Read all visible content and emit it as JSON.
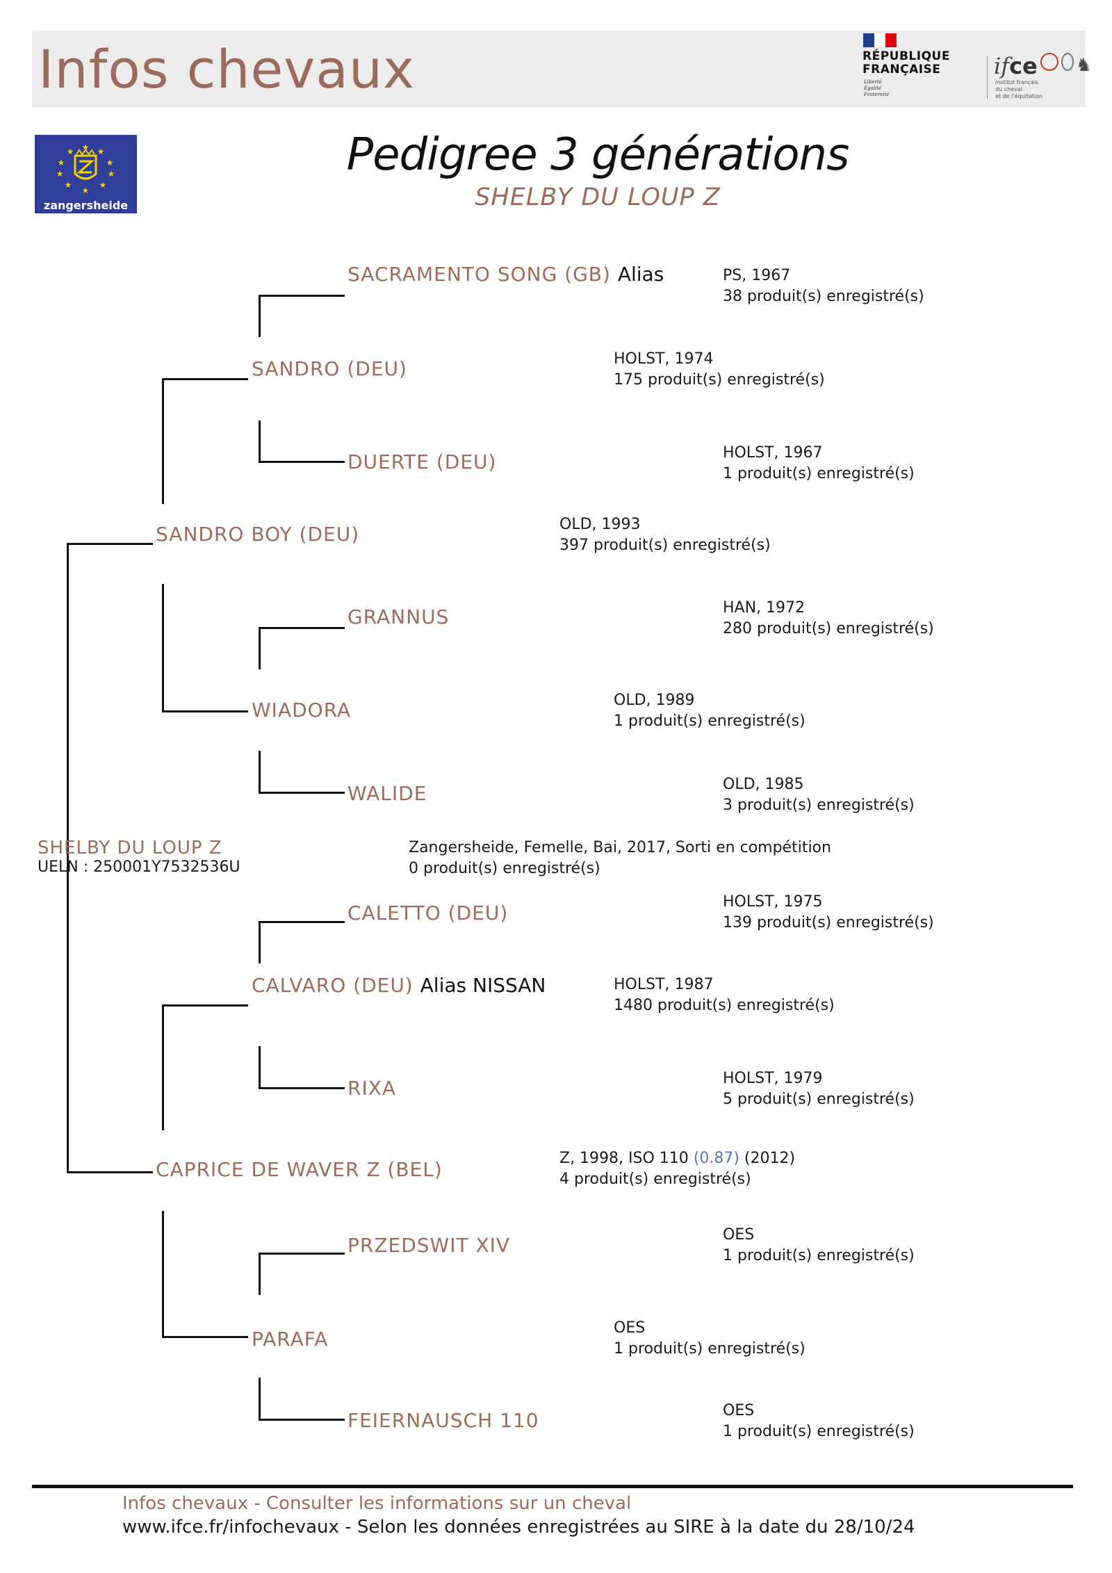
{
  "header": {
    "title": "Infos chevaux",
    "republique_line1": "RÉPUBLIQUE",
    "republique_line2": "FRANÇAISE",
    "motto1": "Liberté",
    "motto2": "Égalité",
    "motto3": "Fraternité",
    "ifce_i": "if",
    "ifce_ce": "ce",
    "ifce_sub1": "institut français",
    "ifce_sub2": "du cheval",
    "ifce_sub3": "et de l'équitation"
  },
  "studbook_logo": {
    "label": "zangersheide"
  },
  "pedigree": {
    "title": "Pedigree 3 générations",
    "subject_name": "SHELBY DU LOUP Z"
  },
  "subject": {
    "name": "SHELBY DU LOUP Z",
    "ueln": "UELN : 250001Y7532536U",
    "info1": "Zangersheide, Femelle, Bai, 2017, Sorti en compétition",
    "info2": "0 produit(s) enregistré(s)"
  },
  "sire": {
    "name": "SANDRO BOY (DEU)",
    "info1": "OLD, 1993",
    "info2": "397 produit(s) enregistré(s)",
    "sire": {
      "name": "SANDRO (DEU)",
      "info1": "HOLST, 1974",
      "info2": "175 produit(s) enregistré(s)",
      "sire": {
        "name": "SACRAMENTO SONG (GB)",
        "alias": "Alias",
        "info1": "PS, 1967",
        "info2": "38 produit(s) enregistré(s)"
      },
      "dam": {
        "name": "DUERTE (DEU)",
        "info1": "HOLST, 1967",
        "info2": "1 produit(s) enregistré(s)"
      }
    },
    "dam": {
      "name": "WIADORA",
      "info1": "OLD, 1989",
      "info2": "1 produit(s) enregistré(s)",
      "sire": {
        "name": "GRANNUS",
        "info1": "HAN, 1972",
        "info2": "280 produit(s) enregistré(s)"
      },
      "dam": {
        "name": "WALIDE",
        "info1": "OLD, 1985",
        "info2": "3 produit(s) enregistré(s)"
      }
    }
  },
  "dam": {
    "name": "CAPRICE DE WAVER Z (BEL)",
    "info1_pre": "Z, 1998, ISO 110 ",
    "info1_idx": "(0.87)",
    "info1_post": " (2012)",
    "info2": "4 produit(s) enregistré(s)",
    "sire": {
      "name": "CALVARO (DEU)",
      "alias": "Alias NISSAN",
      "info1": "HOLST, 1987",
      "info2": "1480 produit(s) enregistré(s)",
      "sire": {
        "name": "CALETTO (DEU)",
        "info1": "HOLST, 1975",
        "info2": "139 produit(s) enregistré(s)"
      },
      "dam": {
        "name": "RIXA",
        "info1": "HOLST, 1979",
        "info2": "5 produit(s) enregistré(s)"
      }
    },
    "dam": {
      "name": "PARAFA",
      "info1": "OES",
      "info2": "1 produit(s) enregistré(s)",
      "sire": {
        "name": "PRZEDSWIT XIV",
        "info1": "OES",
        "info2": "1 produit(s) enregistré(s)"
      },
      "dam": {
        "name": "FEIERNAUSCH 110",
        "info1": "OES",
        "info2": "1 produit(s) enregistré(s)"
      }
    }
  },
  "footer": {
    "line1": "Infos chevaux - Consulter les informations sur un cheval",
    "line2": "www.ifce.fr/infochevaux - Selon les données enregistrées au SIRE à la date du 28/10/24"
  },
  "colors": {
    "accent": "#9b6b5e",
    "text": "#1a1a1a",
    "banner": "#ececec",
    "logo_blue": "#2f3e96",
    "index_blue": "#5b78a8"
  }
}
